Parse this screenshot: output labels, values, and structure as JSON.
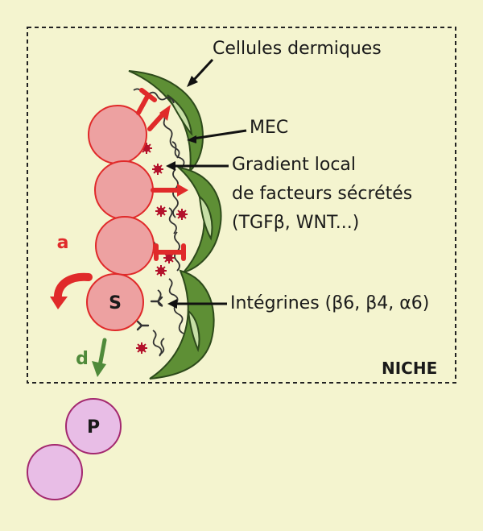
{
  "labels": {
    "dermal_cells": "Cellules dermiques",
    "ecm": "MEC",
    "gradient_line1": "Gradient local",
    "gradient_line2": "de facteurs sécrétés",
    "gradient_line3": "(TGFβ, WNT...)",
    "integrins": "Intégrines (β6, β4, α6)",
    "niche": "NICHE",
    "stem_cell": "S",
    "progenitor_cell": "P",
    "arrow_a": "a",
    "arrow_d": "d"
  },
  "colors": {
    "background": "#f4f4cf",
    "stem_fill": "#eda1a1",
    "stem_stroke": "#e02a2a",
    "progenitor_fill": "#e8bde6",
    "progenitor_stroke": "#a3286f",
    "dermal_dark": "#5e8f35",
    "dermal_light": "#c7dfa6",
    "arrow_red": "#e02a2a",
    "arrow_green": "#4f8a3a",
    "factor": "#b3122b"
  }
}
